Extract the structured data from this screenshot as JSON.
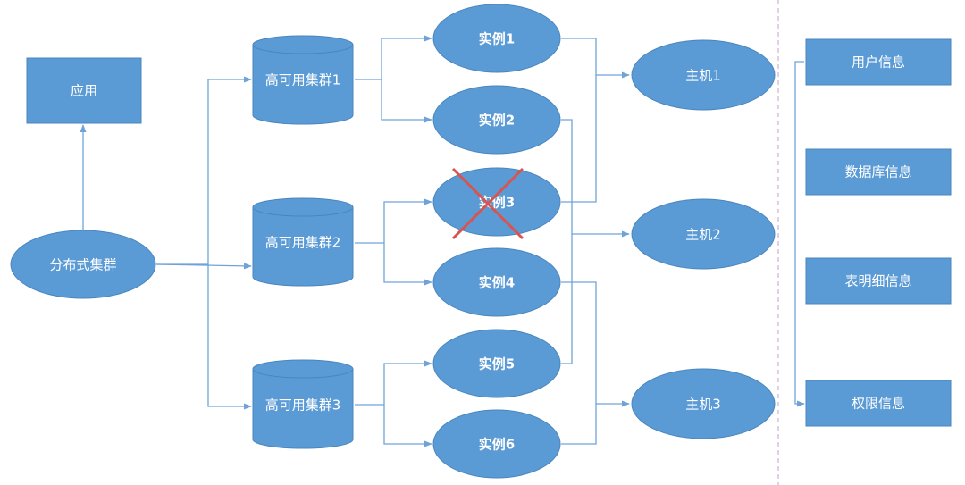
{
  "colors": {
    "node_fill": "#5b9bd5",
    "node_stroke": "#4a86be",
    "edge": "#6fa3d8",
    "failure_mark": "#d9534f",
    "divider": "#c8a2c8"
  },
  "app": {
    "label": "应用"
  },
  "distributed_cluster": {
    "label": "分布式集群"
  },
  "ha_clusters": [
    {
      "label": "高可用集群1"
    },
    {
      "label": "高可用集群2"
    },
    {
      "label": "高可用集群3"
    }
  ],
  "instances": [
    {
      "label": "实例1",
      "failed": false
    },
    {
      "label": "实例2",
      "failed": false
    },
    {
      "label": "实例3",
      "failed": true
    },
    {
      "label": "实例4",
      "failed": false
    },
    {
      "label": "实例5",
      "failed": false
    },
    {
      "label": "实例6",
      "failed": false
    }
  ],
  "hosts": [
    {
      "label": "主机1"
    },
    {
      "label": "主机2"
    },
    {
      "label": "主机3"
    }
  ],
  "info_boxes": [
    {
      "label": "用户信息"
    },
    {
      "label": "数据库信息"
    },
    {
      "label": "表明细信息"
    },
    {
      "label": "权限信息"
    }
  ]
}
